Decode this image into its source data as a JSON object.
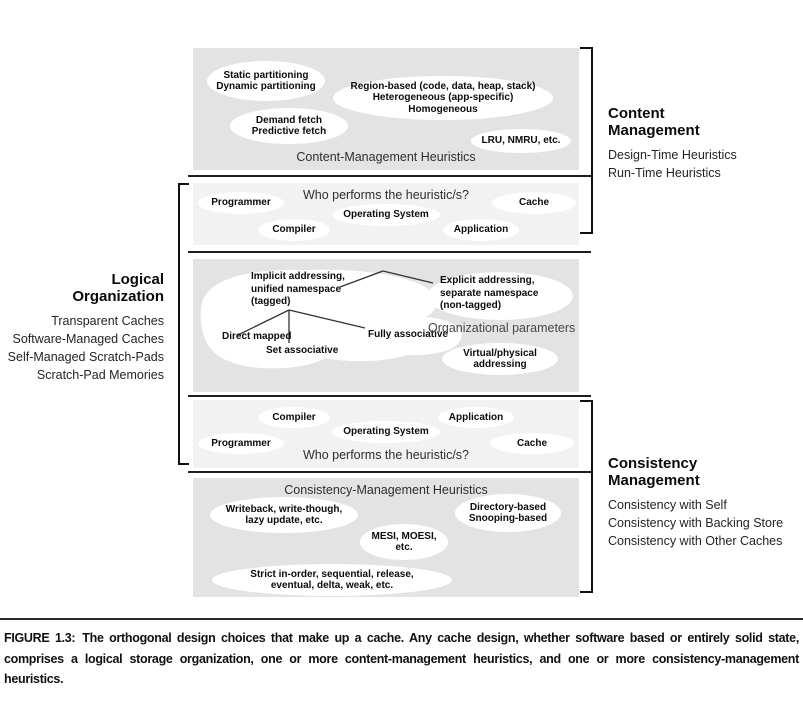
{
  "figure": {
    "boxes": {
      "content": {
        "caption": "Content-Management Heuristics",
        "partitioning": "Static partitioning\nDynamic partitioning",
        "region": "Region-based (code, data, heap, stack)\nHeterogeneous (app-specific)\nHomogeneous",
        "fetch": "Demand fetch\nPredictive fetch",
        "replacement": "LRU, NMRU, etc."
      },
      "who_top": {
        "question": "Who performs the heuristic/s?",
        "programmer": "Programmer",
        "os": "Operating System",
        "cache": "Cache",
        "compiler": "Compiler",
        "application": "Application"
      },
      "logical": {
        "implicit": "Implicit addressing,\nunified namespace\n(tagged)",
        "explicit": "Explicit addressing,\nseparate namespace\n(non-tagged)",
        "direct": "Direct mapped",
        "set": "Set associative",
        "fully": "Fully associative",
        "org_params": "Organizational parameters",
        "virtual": "Virtual/physical\naddressing"
      },
      "who_bottom": {
        "question": "Who performs the heuristic/s?",
        "programmer": "Programmer",
        "os": "Operating System",
        "cache": "Cache",
        "compiler": "Compiler",
        "application": "Application"
      },
      "consistency": {
        "caption": "Consistency-Management Heuristics",
        "writeback": "Writeback, write-though,\nlazy update, etc.",
        "directory": "Directory-based\nSnooping-based",
        "mesi": "MESI, MOESI,\netc.",
        "ordering": "Strict in-order, sequential, release,\neventual, delta, weak, etc."
      }
    },
    "labels": {
      "content_mgmt": {
        "title": "Content\nManagement",
        "items": "Design-Time Heuristics\nRun-Time Heuristics"
      },
      "logical_org": {
        "title": "Logical\nOrganization",
        "items": "Transparent Caches\nSoftware-Managed Caches\nSelf-Managed Scratch-Pads\nScratch-Pad Memories"
      },
      "consistency_mgmt": {
        "title": "Consistency\nManagement",
        "items": "Consistency with Self\nConsistency with Backing Store\nConsistency with Other Caches"
      }
    }
  },
  "caption": {
    "label": "FIGURE 1.3:",
    "text": "The orthogonal design choices that make up a cache. Any cache design, whether software based or entirely solid state, comprises a logical storage organization, one or more content-management heuristics, and one or more consistency-management heuristics."
  },
  "colors": {
    "box_gray": "#e3e3e3",
    "box_light_gray": "#f2f2f2",
    "ellipse_fill": "#ffffff",
    "line_black": "#1d1d1d"
  }
}
